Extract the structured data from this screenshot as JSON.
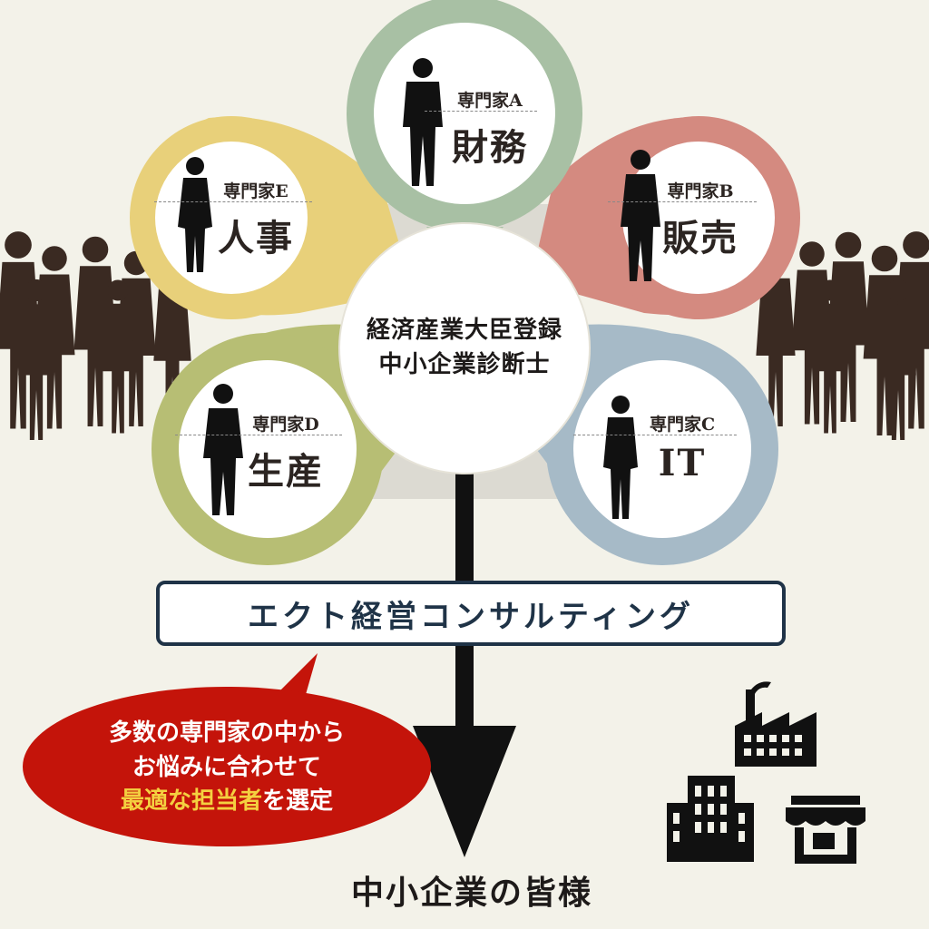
{
  "colors": {
    "background": "#f3f2e9",
    "crowd": "#3a2a22",
    "pin_A": "#a8c0a4",
    "pin_B": "#d48a80",
    "pin_C": "#a6bac7",
    "pin_D": "#b7be74",
    "pin_E": "#e8d07a",
    "company_border": "#1f3347",
    "bubble": "#c4140a",
    "highlight": "#f4d040"
  },
  "center": {
    "line1": "経済産業大臣登録",
    "line2": "中小企業診断士"
  },
  "experts": [
    {
      "role": "専門家A",
      "field": "財務",
      "color": "#a8c0a4"
    },
    {
      "role": "専門家B",
      "field": "販売",
      "color": "#d48a80"
    },
    {
      "role": "専門家C",
      "field": "IT",
      "color": "#a6bac7"
    },
    {
      "role": "専門家D",
      "field": "生産",
      "color": "#b7be74"
    },
    {
      "role": "専門家E",
      "field": "人事",
      "color": "#e8d07a"
    }
  ],
  "company": "エクト経営コンサルティング",
  "bubble": {
    "line1": "多数の専門家の中から",
    "line2": "お悩みに合わせて",
    "highlight": "最適な担当者",
    "line3_rest": "を選定"
  },
  "bottom_label": "中小企業の皆様",
  "icons": [
    "factory-icon",
    "office-building-icon",
    "store-icon"
  ]
}
